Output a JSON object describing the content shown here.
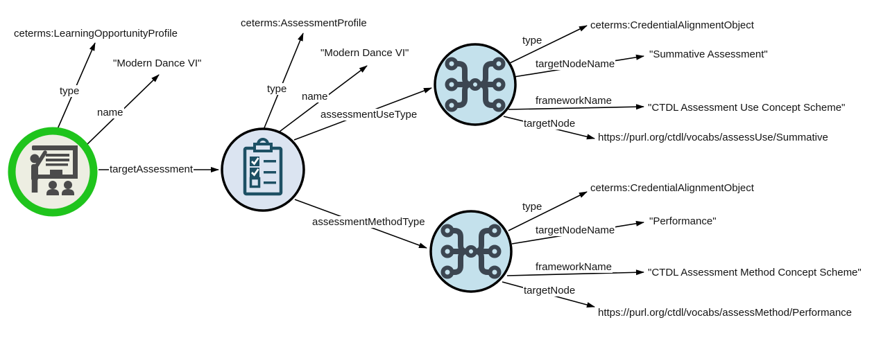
{
  "diagram": {
    "colors": {
      "edge_line": "#000000",
      "node_border": "#000000",
      "lo_node_ring": "#1fc41c",
      "lo_node_fill": "#edeee2",
      "lo_icon": "#4b4b4b",
      "assessment_node_fill": "#dbe4f1",
      "assessment_icon": "#1d5064",
      "alignment_node_fill": "#c4e1ec",
      "alignment_icon": "#3c4651",
      "check_mark": "#ffffff"
    },
    "nodes": {
      "learning_opportunity": {
        "icon": "presentation-icon"
      },
      "assessment": {
        "icon": "clipboard-checklist-icon"
      },
      "use_alignment": {
        "icon": "concept-merge-icon"
      },
      "method_alignment": {
        "icon": "concept-merge-icon"
      }
    },
    "labels": {
      "lo_type_edge": "type",
      "lo_type_value": "ceterms:LearningOpportunityProfile",
      "lo_name_edge": "name",
      "lo_name_value": "\"Modern Dance VI\"",
      "target_assessment_edge": "targetAssessment",
      "ap_type_edge": "type",
      "ap_type_value": "ceterms:AssessmentProfile",
      "ap_name_edge": "name",
      "ap_name_value": "\"Modern Dance VI\"",
      "assessment_use_type_edge": "assessmentUseType",
      "assessment_method_type_edge": "assessmentMethodType",
      "use_type_edge": "type",
      "use_type_value": "ceterms:CredentialAlignmentObject",
      "use_target_node_name_edge": "targetNodeName",
      "use_target_node_name_value": "\"Summative Assessment\"",
      "use_framework_name_edge": "frameworkName",
      "use_framework_name_value": "\"CTDL Assessment Use Concept Scheme\"",
      "use_target_node_edge": "targetNode",
      "use_target_node_value": "https://purl.org/ctdl/vocabs/assessUse/Summative",
      "method_type_edge": "type",
      "method_type_value": "ceterms:CredentialAlignmentObject",
      "method_target_node_name_edge": "targetNodeName",
      "method_target_node_name_value": "\"Performance\"",
      "method_framework_name_edge": "frameworkName",
      "method_framework_name_value": "\"CTDL Assessment Method Concept Scheme\"",
      "method_target_node_edge": "targetNode",
      "method_target_node_value": "https://purl.org/ctdl/vocabs/assessMethod/Performance"
    }
  }
}
